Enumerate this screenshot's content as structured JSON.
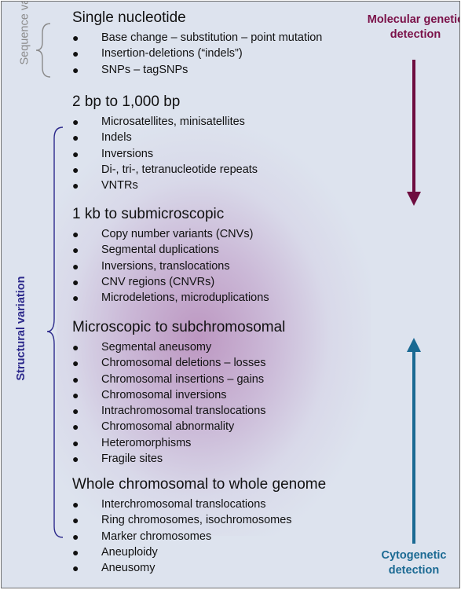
{
  "side_labels": {
    "sequence_variation": "Sequence variation",
    "structural_variation": "Structural variation"
  },
  "detection": {
    "molecular": "Molecular genetic detection",
    "cytogenetic": "Cytogenetic detection",
    "molecular_color": "#6e0d3f",
    "cytogenetic_color": "#1a6a93"
  },
  "groups": [
    {
      "heading": "Single nucleotide",
      "items": [
        "Base change – substitution – point mutation",
        "Insertion-deletions (“indels”)",
        "SNPs – tagSNPs"
      ]
    },
    {
      "heading": "2 bp to 1,000 bp",
      "items": [
        "Microsatellites, minisatellites",
        "Indels",
        "Inversions",
        "Di-, tri-, tetranucleotide repeats",
        "VNTRs"
      ]
    },
    {
      "heading": "1 kb to submicroscopic",
      "items": [
        "Copy number variants (CNVs)",
        "Segmental duplications",
        "Inversions, translocations",
        "CNV regions (CNVRs)",
        "Microdeletions, microduplications"
      ]
    },
    {
      "heading": "Microscopic to subchromosomal",
      "items": [
        "Segmental aneusomy",
        "Chromosomal deletions – losses",
        "Chromosomal insertions – gains",
        "Chromosomal inversions",
        "Intrachromosomal translocations",
        "Chromosomal abnormality",
        "Heteromorphisms",
        "Fragile sites"
      ]
    },
    {
      "heading": "Whole chromosomal to whole genome",
      "items": [
        "Interchromosomal translocations",
        "Ring chromosomes, isochromosomes",
        "Marker chromosomes",
        "Aneuploidy",
        "Aneusomy"
      ]
    }
  ]
}
